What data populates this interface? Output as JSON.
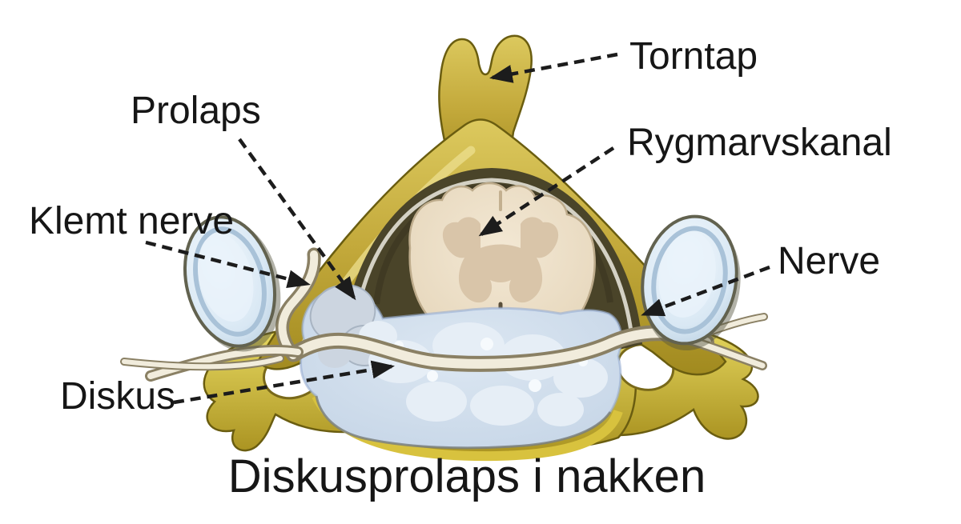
{
  "title": {
    "text": "Diskusprolaps i nakken"
  },
  "labels": {
    "torntap": {
      "text": "Torntap"
    },
    "prolaps": {
      "text": "Prolaps"
    },
    "rygmarvskanal": {
      "text": "Rygmarvskanal"
    },
    "klemt_nerve": {
      "text": "Klemt nerve"
    },
    "nerve": {
      "text": "Nerve"
    },
    "diskus": {
      "text": "Diskus"
    }
  },
  "figure_colors": {
    "background": "#ffffff",
    "label_text": "#161616",
    "arrow": "#1c1c1c",
    "bone": "#c3a93b",
    "bone_highlight": "#ecdf8f",
    "bone_outline": "#6a5d10",
    "spinal_canal": "#4a4429",
    "spinal_cord": "#eee1cb",
    "gray_matter": "#d9c5a9",
    "disc": "#cfddec",
    "disc_highlight": "#e6eef6",
    "facet_joint": "#d9e8f4",
    "nerve_band": "#f1ecdc"
  }
}
